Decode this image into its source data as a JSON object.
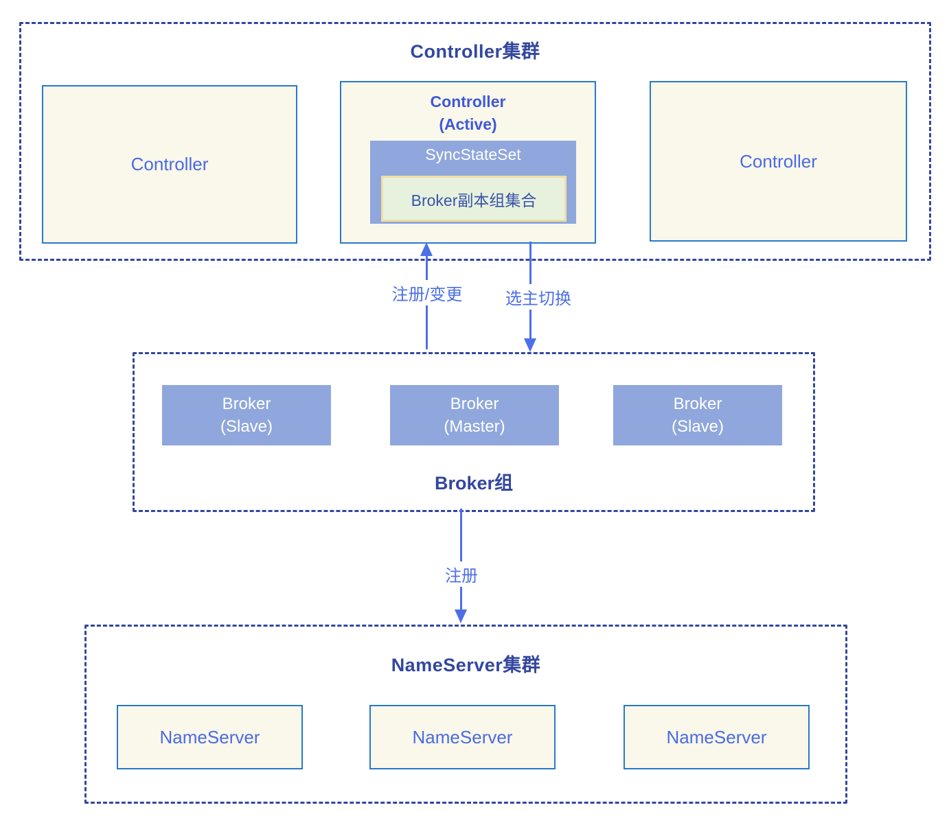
{
  "colors": {
    "dashed_border": "#33479E",
    "section_title": "#33479E",
    "node_label_blue": "#4A6BE0",
    "cream_fill": "#FAF7EB",
    "cream_border": "#2879CB",
    "slate_fill": "#8FA7DC",
    "slate_text": "#FFFFFF",
    "green_fill": "#E6F2DE",
    "green_border": "#EFDFA4",
    "green_text": "#3A53A8",
    "arrow": "#4D6FE8"
  },
  "controller_cluster": {
    "title": "Controller集群",
    "controllers": [
      "Controller",
      "Controller"
    ],
    "active": {
      "line1": "Controller",
      "line2": "(Active)",
      "sync_state_set": "SyncStateSet",
      "replica_group": "Broker副本组集合"
    }
  },
  "edges": {
    "register_change": "注册/变更",
    "leader_switch": "选主切换",
    "register": "注册"
  },
  "broker_group": {
    "title": "Broker组",
    "brokers": [
      {
        "line1": "Broker",
        "line2": "(Slave)"
      },
      {
        "line1": "Broker",
        "line2": "(Master)"
      },
      {
        "line1": "Broker",
        "line2": "(Slave)"
      }
    ]
  },
  "nameserver_cluster": {
    "title": "NameServer集群",
    "nameservers": [
      "NameServer",
      "NameServer",
      "NameServer"
    ]
  }
}
